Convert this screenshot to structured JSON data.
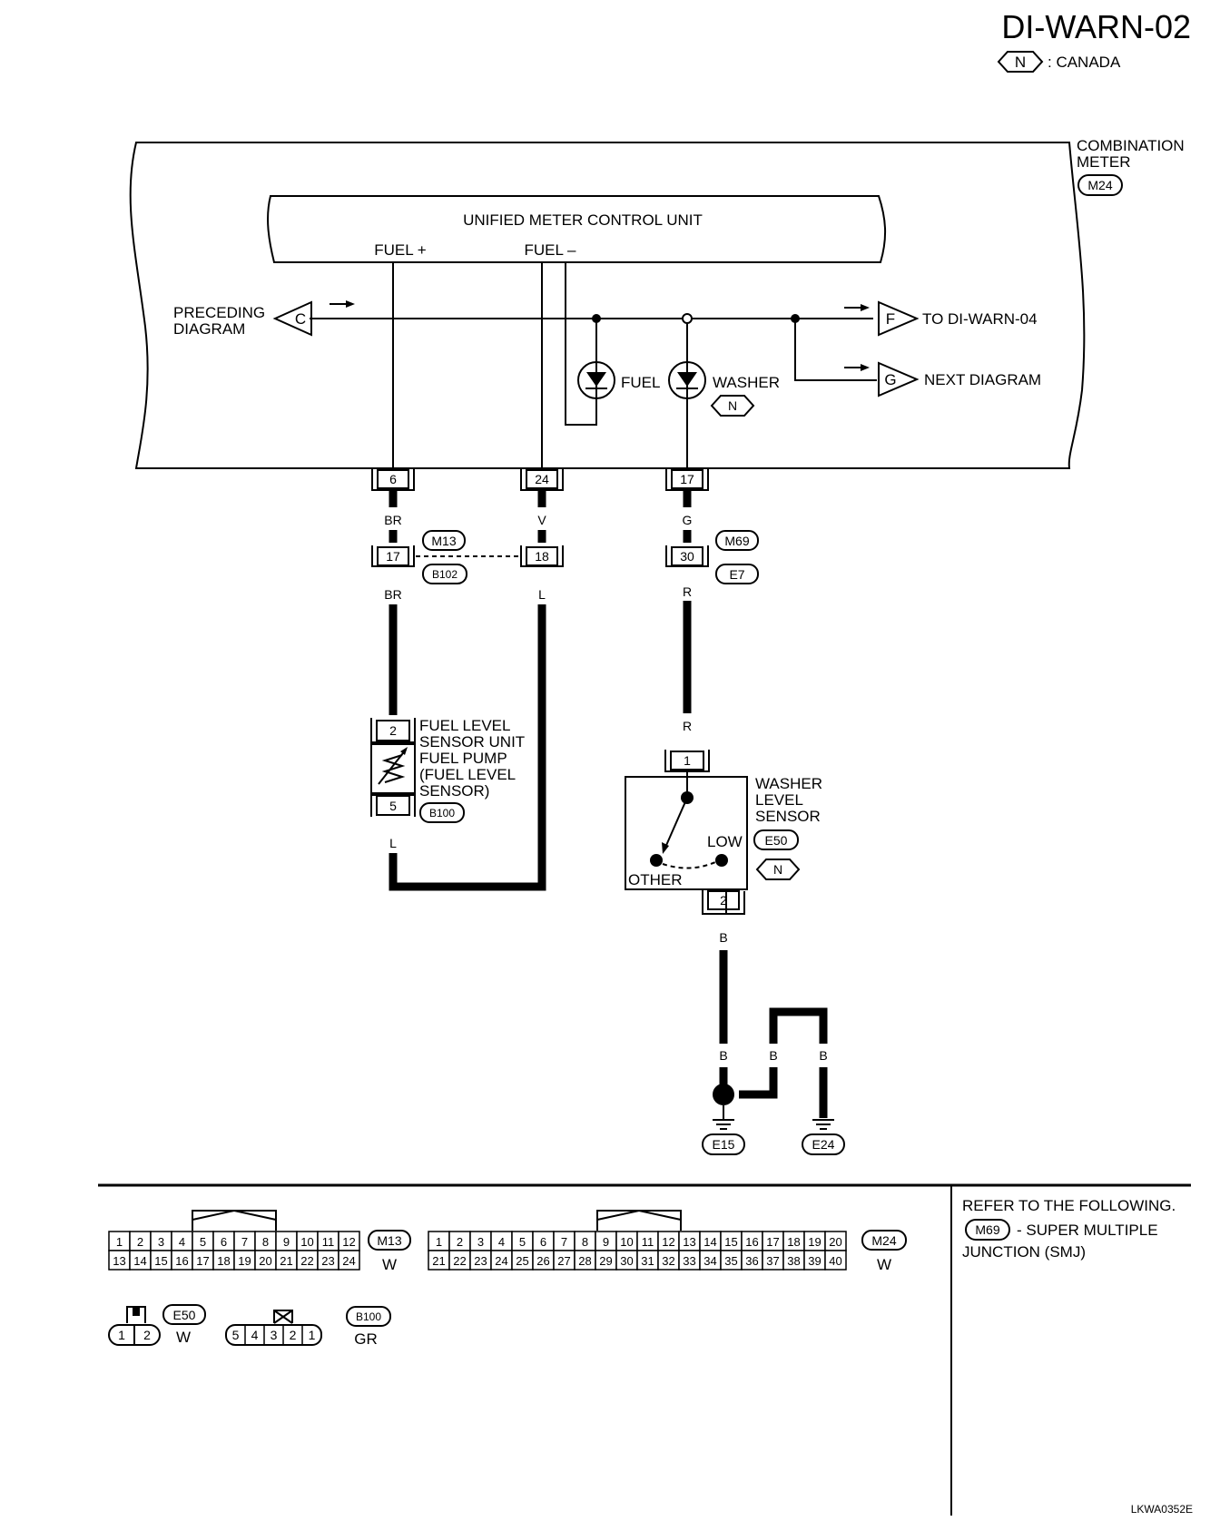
{
  "header": {
    "page_code": "DI-WARN-02",
    "canada_symbol": "N",
    "canada_text": ": CANADA"
  },
  "combination_meter": {
    "label_line1": "COMBINATION",
    "label_line2": "METER",
    "connector": "M24"
  },
  "control_unit": {
    "title": "UNIFIED METER CONTROL UNIT",
    "fuel_plus": "FUEL +",
    "fuel_minus": "FUEL –"
  },
  "left_ref": {
    "line1": "PRECEDING",
    "line2": "DIAGRAM",
    "letter": "C"
  },
  "right_refs": [
    {
      "letter": "F",
      "text": "TO DI-WARN-04"
    },
    {
      "letter": "G",
      "text": "NEXT DIAGRAM"
    }
  ],
  "indicators": {
    "fuel": "FUEL",
    "washer": "WASHER",
    "washer_symbol": "N"
  },
  "meter_pins": [
    "6",
    "24",
    "17"
  ],
  "wire_colors": {
    "br": "BR",
    "v": "V",
    "g": "G",
    "l": "L",
    "r": "R",
    "b": "B"
  },
  "joint_connectors": {
    "m13": "M13",
    "b102": "B102",
    "pin17": "17",
    "pin18": "18",
    "m69": "M69",
    "e7": "E7",
    "pin30": "30"
  },
  "fuel_sensor": {
    "pin_top": "2",
    "pin_bottom": "5",
    "connector": "B100",
    "lines": [
      "FUEL LEVEL",
      "SENSOR UNIT",
      "FUEL PUMP",
      "(FUEL LEVEL",
      "SENSOR)"
    ]
  },
  "washer_sensor": {
    "pin_top": "1",
    "pin_bottom": "2",
    "connector": "E50",
    "symbol": "N",
    "lines": [
      "WASHER",
      "LEVEL",
      "SENSOR"
    ],
    "low": "LOW",
    "other": "OTHER"
  },
  "grounds": [
    "E15",
    "E24"
  ],
  "connector_views": {
    "m13": {
      "id": "M13",
      "color": "W",
      "row1": [
        "1",
        "2",
        "3",
        "4",
        "5",
        "6",
        "7",
        "8",
        "9",
        "10",
        "11",
        "12"
      ],
      "row2": [
        "13",
        "14",
        "15",
        "16",
        "17",
        "18",
        "19",
        "20",
        "21",
        "22",
        "23",
        "24"
      ]
    },
    "m24": {
      "id": "M24",
      "color": "W",
      "row1": [
        "1",
        "2",
        "3",
        "4",
        "5",
        "6",
        "7",
        "8",
        "9",
        "10",
        "11",
        "12",
        "13",
        "14",
        "15",
        "16",
        "17",
        "18",
        "19",
        "20"
      ],
      "row2": [
        "21",
        "22",
        "23",
        "24",
        "25",
        "26",
        "27",
        "28",
        "29",
        "30",
        "31",
        "32",
        "33",
        "34",
        "35",
        "36",
        "37",
        "38",
        "39",
        "40"
      ]
    },
    "e50": {
      "id": "E50",
      "color": "W",
      "pins": [
        "1",
        "2"
      ]
    },
    "b100": {
      "id": "B100",
      "color": "GR",
      "pins": [
        "5",
        "4",
        "3",
        "2",
        "1"
      ]
    }
  },
  "refer": {
    "line1": "REFER TO THE FOLLOWING.",
    "connector": "M69",
    "line2": "- SUPER MULTIPLE",
    "line3": "JUNCTION (SMJ)"
  },
  "footer_code": "LKWA0352E"
}
